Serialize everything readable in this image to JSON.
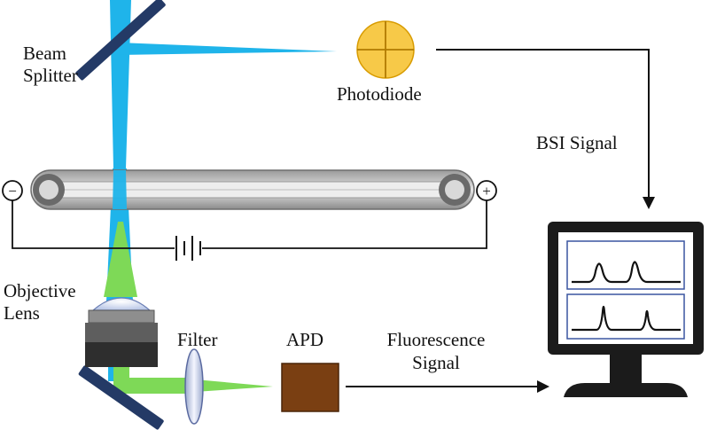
{
  "labels": {
    "beam_splitter": [
      "Beam",
      "Splitter"
    ],
    "photodiode": "Photodiode",
    "bsi_signal": "BSI Signal",
    "objective_lens": [
      "Objective",
      "Lens"
    ],
    "filter": "Filter",
    "apd": "APD",
    "fluorescence_signal": [
      "Fluorescence",
      "Signal"
    ],
    "minus": "−",
    "plus": "+"
  },
  "colors": {
    "laser_beam": "#1fb4ea",
    "fluorescence": "#7ed957",
    "beam_splitter": "#243a66",
    "photodiode": "#f7c948",
    "apd": "#7a3f12",
    "capillary": "#c7c7c7",
    "monitor_frame": "#1b1b1b",
    "screen": "#ffffff",
    "trace": "#111111",
    "wire": "#111111"
  },
  "icons": {
    "photodiode": "quadrant-photodiode-icon",
    "battery": "battery-icon",
    "monitor": "monitor-icon"
  }
}
